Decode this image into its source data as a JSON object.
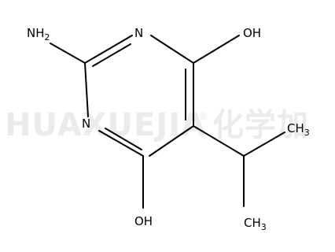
{
  "watermark": {
    "brand": "HUAXUEJIA",
    "registered": "®",
    "cn": "化学加",
    "color": "#ebebeb"
  },
  "molecule": {
    "bond_color": "#000000",
    "labels": {
      "nh2": {
        "main": "NH",
        "sub": "2"
      },
      "n1": "N",
      "n3": "N",
      "oh_top": "OH",
      "oh_bottom": "OH",
      "ch3_upper": {
        "main": "CH",
        "sub": "3"
      },
      "ch3_lower": {
        "main": "CH",
        "sub": "3"
      }
    }
  }
}
